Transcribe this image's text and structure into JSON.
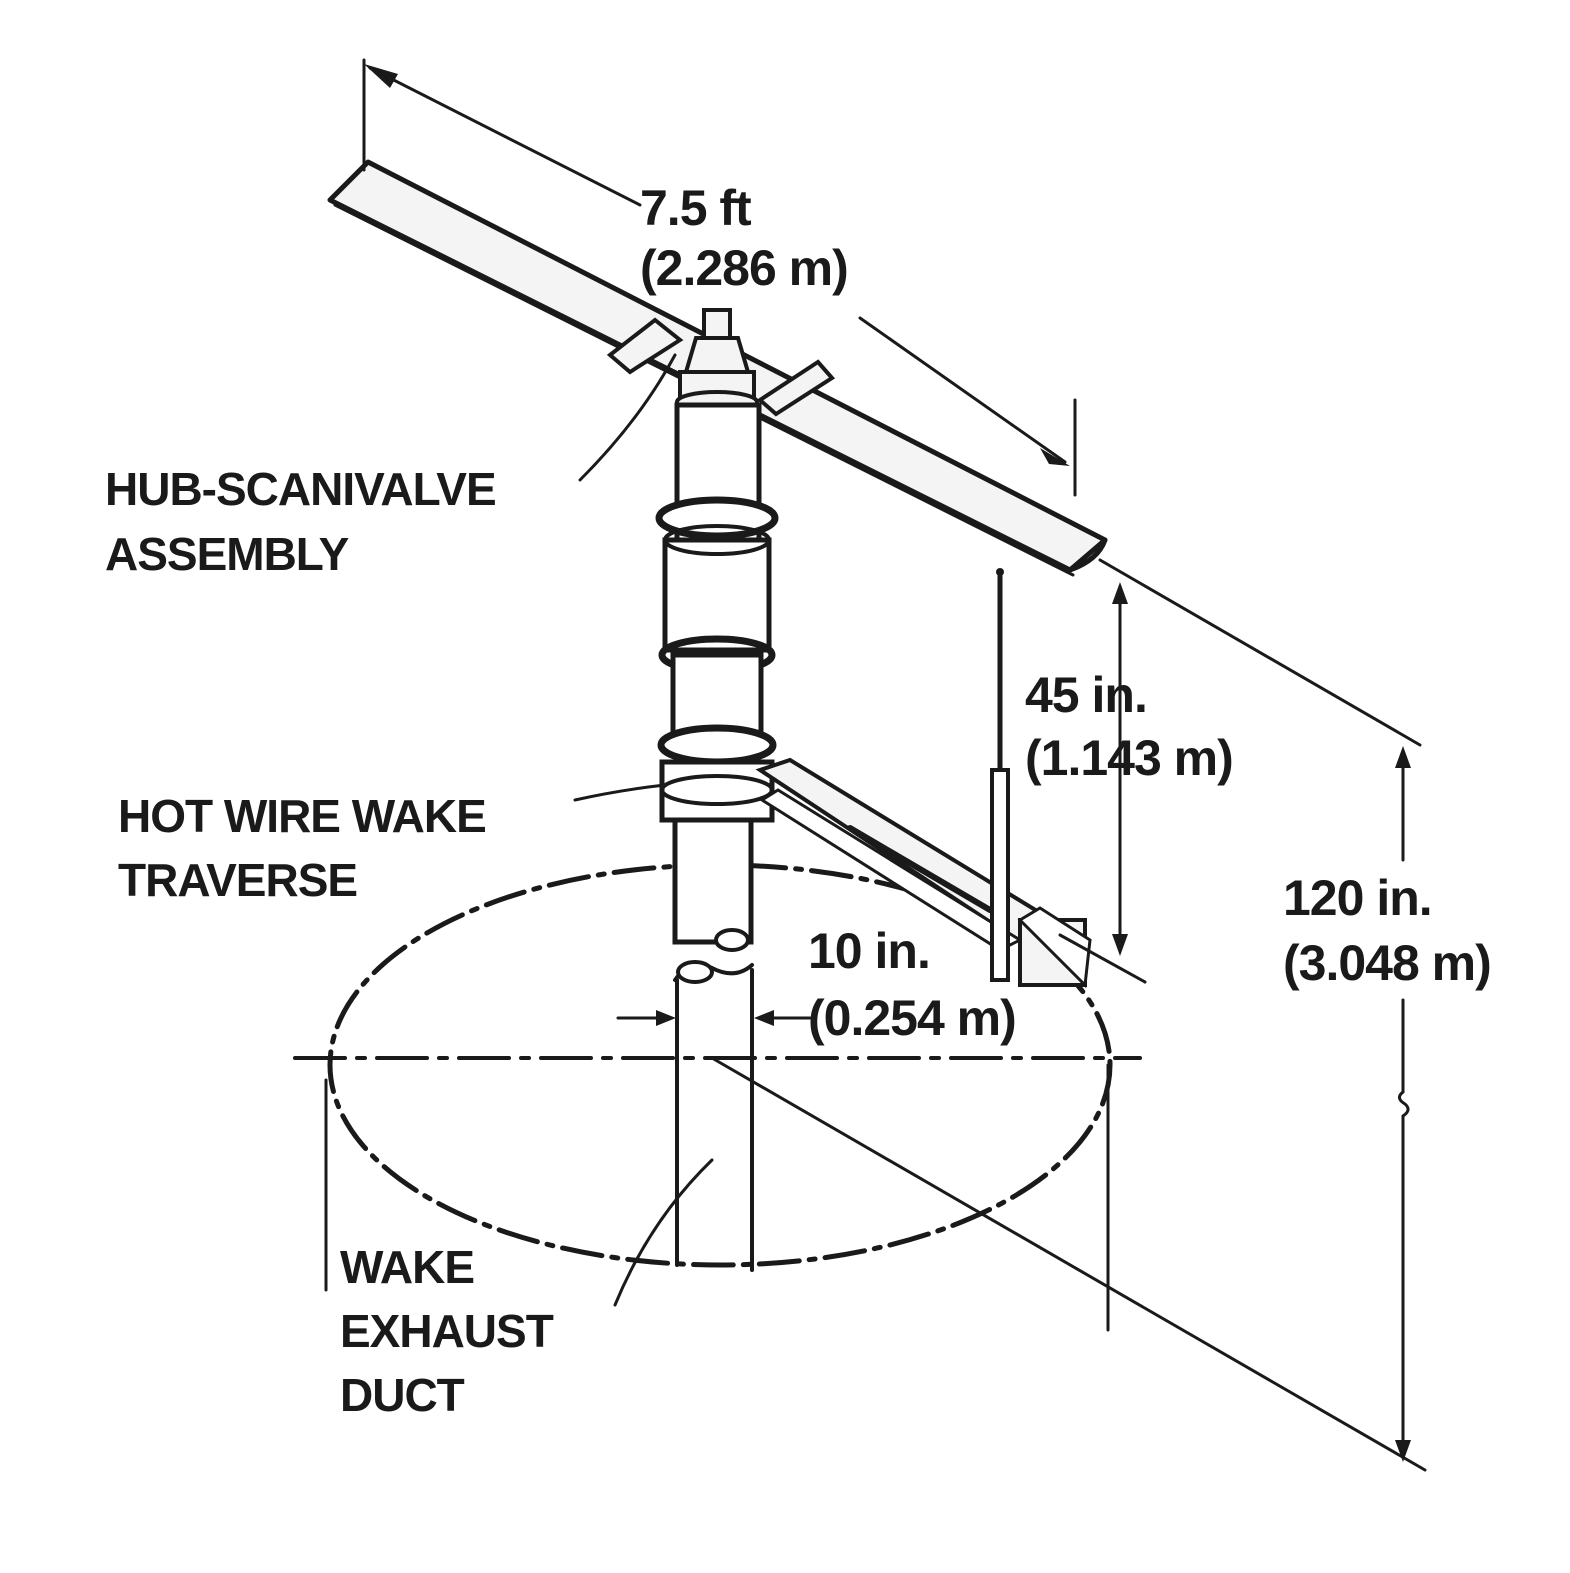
{
  "labels": {
    "rotor_diameter": {
      "line1": "7.5 ft",
      "line2": "(2.286 m)"
    },
    "hub": {
      "line1": "HUB-SCANIVALVE",
      "line2": "ASSEMBLY"
    },
    "probe_height": {
      "line1": "45 in.",
      "line2": "(1.143 m)"
    },
    "traverse": {
      "line1": "HOT WIRE WAKE",
      "line2": "TRAVERSE"
    },
    "rotor_height": {
      "line1": "120 in.",
      "line2": "(3.048 m)"
    },
    "duct_diameter": {
      "line1": "10 in.",
      "line2": "(0.254 m)"
    },
    "duct": {
      "line1": "WAKE",
      "line2": "EXHAUST",
      "line3": "DUCT"
    }
  },
  "colors": {
    "ink": "#1a1a1a",
    "paper": "#ffffff",
    "fill": "#f4f4f4"
  }
}
